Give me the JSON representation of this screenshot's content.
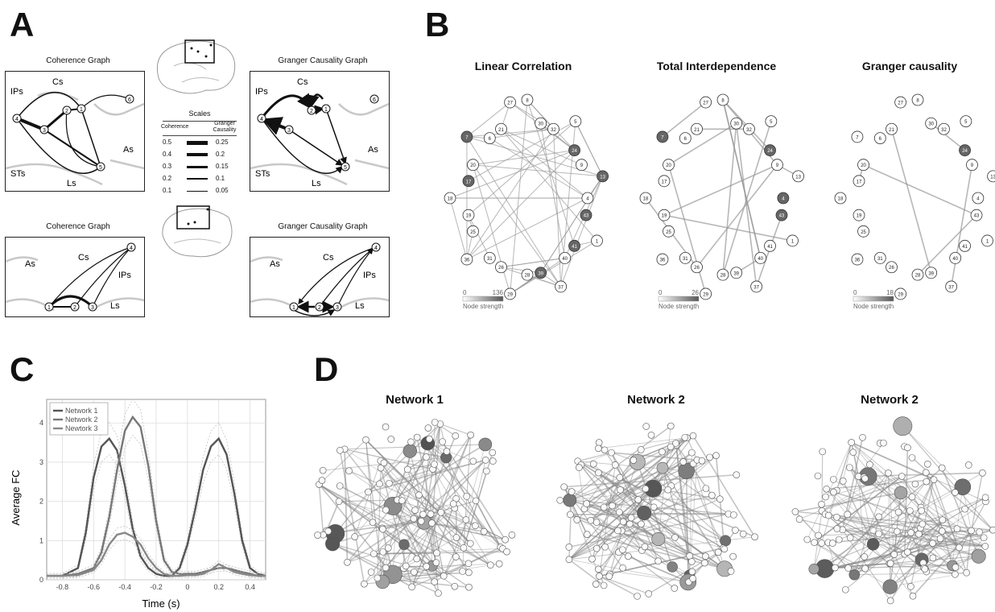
{
  "panel_labels": [
    "A",
    "B",
    "C",
    "D"
  ],
  "panelA": {
    "graphs": [
      {
        "title": "Coherence Graph",
        "labels": [
          "Cs",
          "IPs",
          "As",
          "STs",
          "Ls"
        ],
        "nodes": [
          "1",
          "2",
          "3",
          "4",
          "5",
          "6"
        ]
      },
      {
        "title": "Granger Causality Graph",
        "labels": [
          "Cs",
          "IPs",
          "As",
          "STs",
          "Ls"
        ],
        "nodes": [
          "1",
          "2",
          "3",
          "4",
          "5",
          "6"
        ]
      },
      {
        "title": "Coherence Graph",
        "labels": [
          "As",
          "Cs",
          "IPs",
          "Ls"
        ],
        "nodes": [
          "1",
          "2",
          "3",
          "4"
        ]
      },
      {
        "title": "Granger Causality Graph",
        "labels": [
          "As",
          "Cs",
          "IPs",
          "Ls"
        ],
        "nodes": [
          "1",
          "2",
          "3",
          "4"
        ]
      }
    ],
    "scales": {
      "title": "Scales",
      "col1": "Coherence",
      "col2": "Granger Causality",
      "rows": [
        {
          "coh": "0.5",
          "gc": "0.25"
        },
        {
          "coh": "0.4",
          "gc": "0.2"
        },
        {
          "coh": "0.3",
          "gc": "0.15"
        },
        {
          "coh": "0.2",
          "gc": "0.1"
        },
        {
          "coh": "0.1",
          "gc": "0.05"
        }
      ]
    }
  },
  "panelB": {
    "titles": [
      "Linear Correlation",
      "Total Interdependence",
      "Granger causality"
    ],
    "node_labels": [
      "8",
      "30",
      "32",
      "5",
      "24",
      "9",
      "13",
      "4",
      "43",
      "1",
      "41",
      "40",
      "37",
      "39",
      "28",
      "29",
      "26",
      "31",
      "36",
      "25",
      "19",
      "18",
      "17",
      "20",
      "7",
      "6",
      "21",
      "27"
    ],
    "colorbars": [
      {
        "min": "0",
        "max": "136",
        "label": "Node strength"
      },
      {
        "min": "0",
        "max": "26",
        "label": "Node strength"
      },
      {
        "min": "0",
        "max": "18",
        "label": "Node strength"
      }
    ]
  },
  "panelC": {
    "ylabel": "Average FC",
    "xlabel": "Time (s)",
    "xticks": [
      "-0.8",
      "-0.6",
      "-0.4",
      "-0.2",
      "0",
      "0.2",
      "0.4"
    ],
    "yticks": [
      "0",
      "1",
      "2",
      "3",
      "4"
    ],
    "legend": [
      "Network 1",
      "Network 2",
      "Newtork 3"
    ]
  },
  "panelD": {
    "titles": [
      "Network 1",
      "Network 2",
      "Network 2"
    ]
  },
  "chart_data": {
    "type": "line",
    "xlabel": "Time (s)",
    "ylabel": "Average FC",
    "xlim": [
      -0.9,
      0.5
    ],
    "ylim": [
      0,
      4.6
    ],
    "series": [
      {
        "name": "Network 1",
        "x": [
          -0.9,
          -0.8,
          -0.7,
          -0.65,
          -0.6,
          -0.55,
          -0.5,
          -0.45,
          -0.4,
          -0.35,
          -0.3,
          -0.25,
          -0.2,
          -0.15,
          -0.1,
          -0.05,
          0,
          0.05,
          0.1,
          0.15,
          0.2,
          0.25,
          0.3,
          0.35,
          0.4,
          0.45,
          0.5
        ],
        "y": [
          0.1,
          0.1,
          0.3,
          1.2,
          2.6,
          3.4,
          3.6,
          3.3,
          2.4,
          1.3,
          0.6,
          0.3,
          0.15,
          0.1,
          0.1,
          0.3,
          0.9,
          1.8,
          2.8,
          3.4,
          3.6,
          3.2,
          2.2,
          1.0,
          0.3,
          0.15,
          0.1
        ]
      },
      {
        "name": "Network 2",
        "x": [
          -0.9,
          -0.8,
          -0.7,
          -0.6,
          -0.55,
          -0.5,
          -0.45,
          -0.4,
          -0.35,
          -0.3,
          -0.25,
          -0.2,
          -0.15,
          -0.1,
          -0.05,
          0,
          0.05,
          0.1,
          0.15,
          0.2,
          0.25,
          0.3,
          0.35,
          0.4,
          0.45,
          0.5
        ],
        "y": [
          0.1,
          0.1,
          0.15,
          0.3,
          0.7,
          1.6,
          2.8,
          3.8,
          4.15,
          3.9,
          2.9,
          1.5,
          0.5,
          0.2,
          0.15,
          0.15,
          0.15,
          0.2,
          0.25,
          0.3,
          0.3,
          0.25,
          0.2,
          0.15,
          0.1,
          0.1
        ]
      },
      {
        "name": "Newtork 3",
        "x": [
          -0.9,
          -0.8,
          -0.7,
          -0.6,
          -0.55,
          -0.5,
          -0.45,
          -0.4,
          -0.35,
          -0.3,
          -0.25,
          -0.2,
          -0.15,
          -0.1,
          -0.05,
          0,
          0.05,
          0.1,
          0.15,
          0.2,
          0.25,
          0.3,
          0.35,
          0.4,
          0.45,
          0.5
        ],
        "y": [
          0.1,
          0.1,
          0.12,
          0.25,
          0.5,
          0.9,
          1.15,
          1.2,
          1.1,
          0.9,
          0.55,
          0.3,
          0.15,
          0.1,
          0.1,
          0.12,
          0.12,
          0.15,
          0.25,
          0.4,
          0.3,
          0.2,
          0.15,
          0.12,
          0.1,
          0.1
        ]
      }
    ]
  }
}
